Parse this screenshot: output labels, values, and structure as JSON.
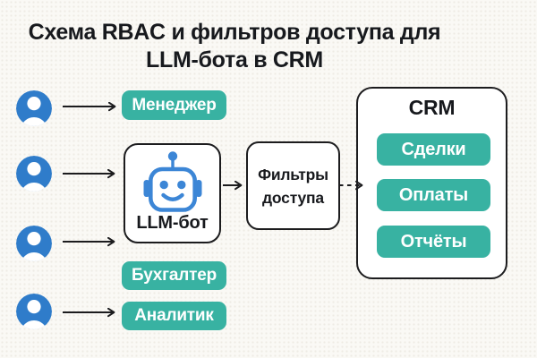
{
  "title": {
    "line1": "Схема RBAC и фильтров доступа для",
    "line2": "LLM-бота в CRM"
  },
  "users": {
    "count": 4,
    "icon": "user-avatar"
  },
  "roles": [
    {
      "label": "Менеджер"
    },
    {
      "label": "Бухгалтер"
    },
    {
      "label": "Аналитик"
    }
  ],
  "bot": {
    "label": "LLM-бот",
    "icon": "robot"
  },
  "filters": {
    "line1": "Фильтры",
    "line2": "доступа"
  },
  "crm": {
    "title": "CRM",
    "modules": [
      {
        "label": "Сделки"
      },
      {
        "label": "Оплаты"
      },
      {
        "label": "Отчёты"
      }
    ]
  },
  "connections": [
    {
      "from": "user-1",
      "to": "role-manager",
      "style": "solid-arrow"
    },
    {
      "from": "user-2",
      "to": "llm-bot",
      "style": "solid-arrow"
    },
    {
      "from": "user-3",
      "to": "llm-bot",
      "style": "solid-arrow"
    },
    {
      "from": "user-4",
      "to": "role-analyst",
      "style": "solid-arrow"
    },
    {
      "from": "llm-bot",
      "to": "access-filters",
      "style": "solid-arrow"
    },
    {
      "from": "access-filters",
      "to": "crm",
      "style": "dashed-arrow"
    }
  ],
  "colors": {
    "teal": "#38b2a2",
    "avatar_blue": "#2f7cca",
    "robot_blue": "#3c86d6",
    "text_dark": "#17191d",
    "line_black": "#1c1c1e",
    "background": "#faf9f5",
    "box_fill": "#ffffff",
    "badge_text": "#ffffff"
  }
}
